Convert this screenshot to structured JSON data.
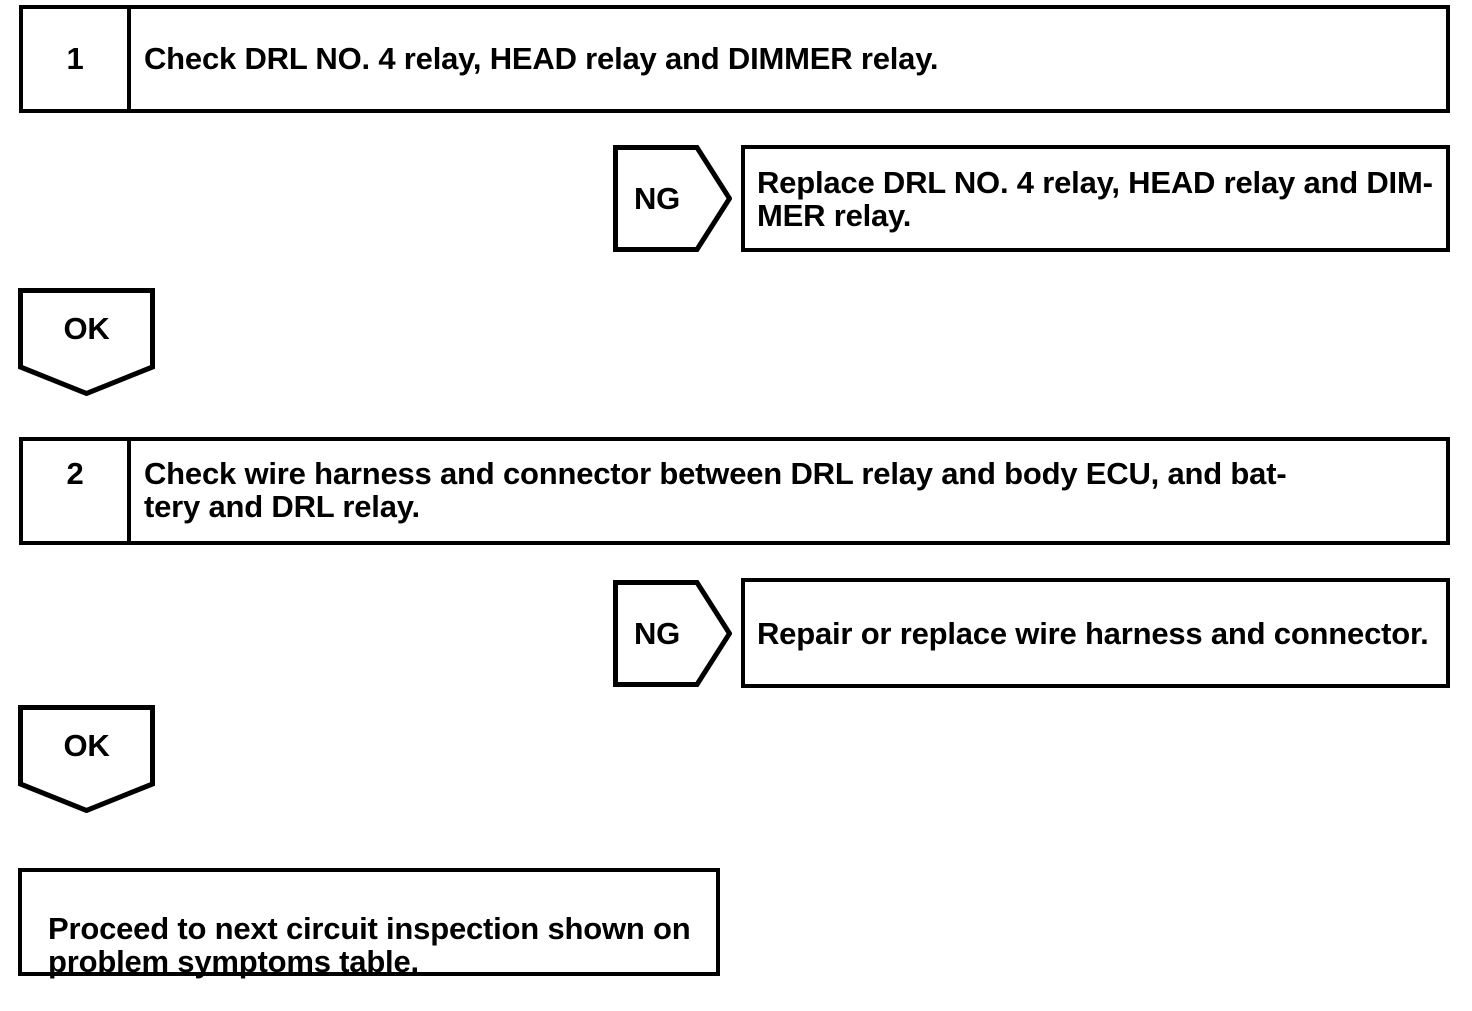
{
  "colors": {
    "ink": "#000000",
    "paper": "#ffffff"
  },
  "steps": [
    {
      "number": "1",
      "instruction": "Check DRL NO. 4 relay, HEAD relay and DIMMER relay.",
      "ng": {
        "label": "NG",
        "action": "Replace DRL NO. 4 relay, HEAD relay and DIM-\nMER relay."
      },
      "ok": {
        "label": "OK"
      }
    },
    {
      "number": "2",
      "instruction": "Check wire harness and connector between DRL relay and body ECU, and bat-\ntery and DRL relay.",
      "ng": {
        "label": "NG",
        "action": "Repair or replace wire harness and connector."
      },
      "ok": {
        "label": "OK"
      }
    }
  ],
  "final_note": "Proceed to next circuit inspection shown on\nproblem symptoms table."
}
